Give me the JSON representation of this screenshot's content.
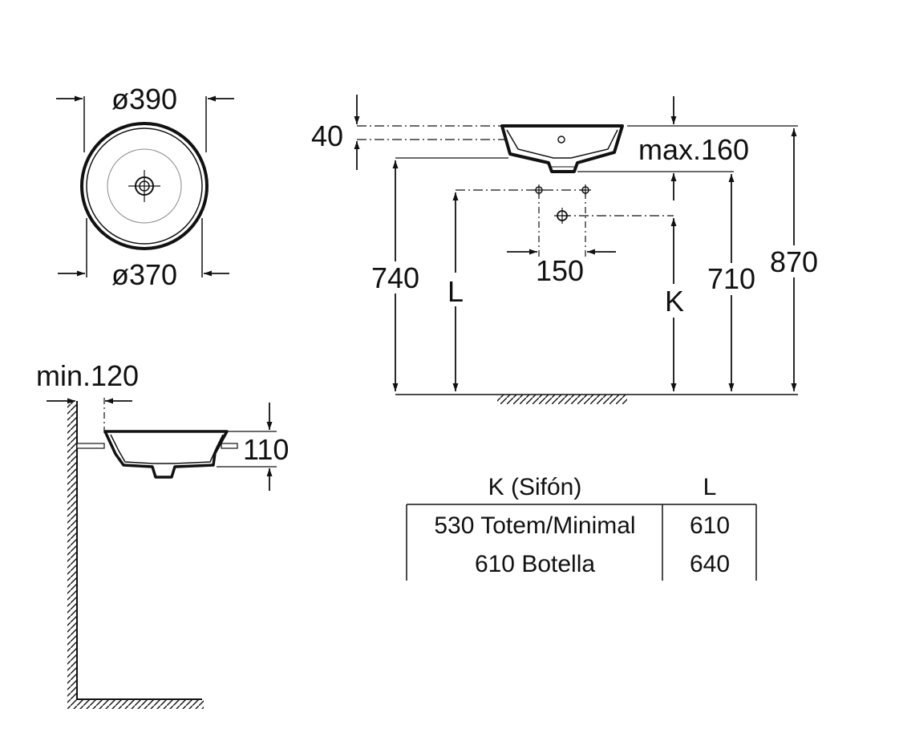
{
  "top_view": {
    "outer_diameter": "ø390",
    "inner_diameter": "ø370"
  },
  "side_view": {
    "min_wall": "min.120",
    "height": "110"
  },
  "elevation": {
    "rim": "40",
    "max_depth": "max.160",
    "dim_740": "740",
    "dim_L": "L",
    "dim_150": "150",
    "dim_K": "K",
    "dim_710": "710",
    "dim_870": "870"
  },
  "table": {
    "headers": [
      "K (Sifón)",
      "L"
    ],
    "rows": [
      [
        "530 Totem/Minimal",
        "610"
      ],
      [
        "610 Botella",
        "640"
      ]
    ]
  }
}
